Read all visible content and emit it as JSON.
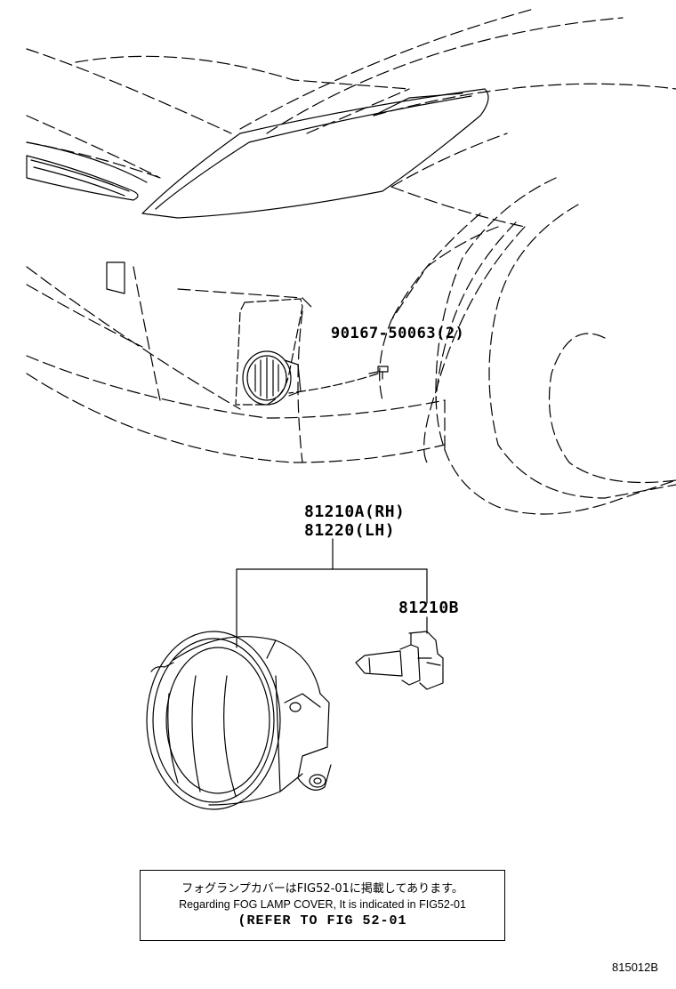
{
  "parts": {
    "screw": "90167-50063(2)",
    "fog_lamp_rh": "81210A(RH)",
    "fog_lamp_lh": "81220(LH)",
    "bulb": "81210B"
  },
  "note": {
    "japanese": "フォグランプカバーはFIG52-01に掲載してあります。",
    "english": "Regarding FOG LAMP COVER, It is indicated in FIG52-01",
    "reference": "(REFER TO FIG 52-01"
  },
  "figure_code": "815012B"
}
